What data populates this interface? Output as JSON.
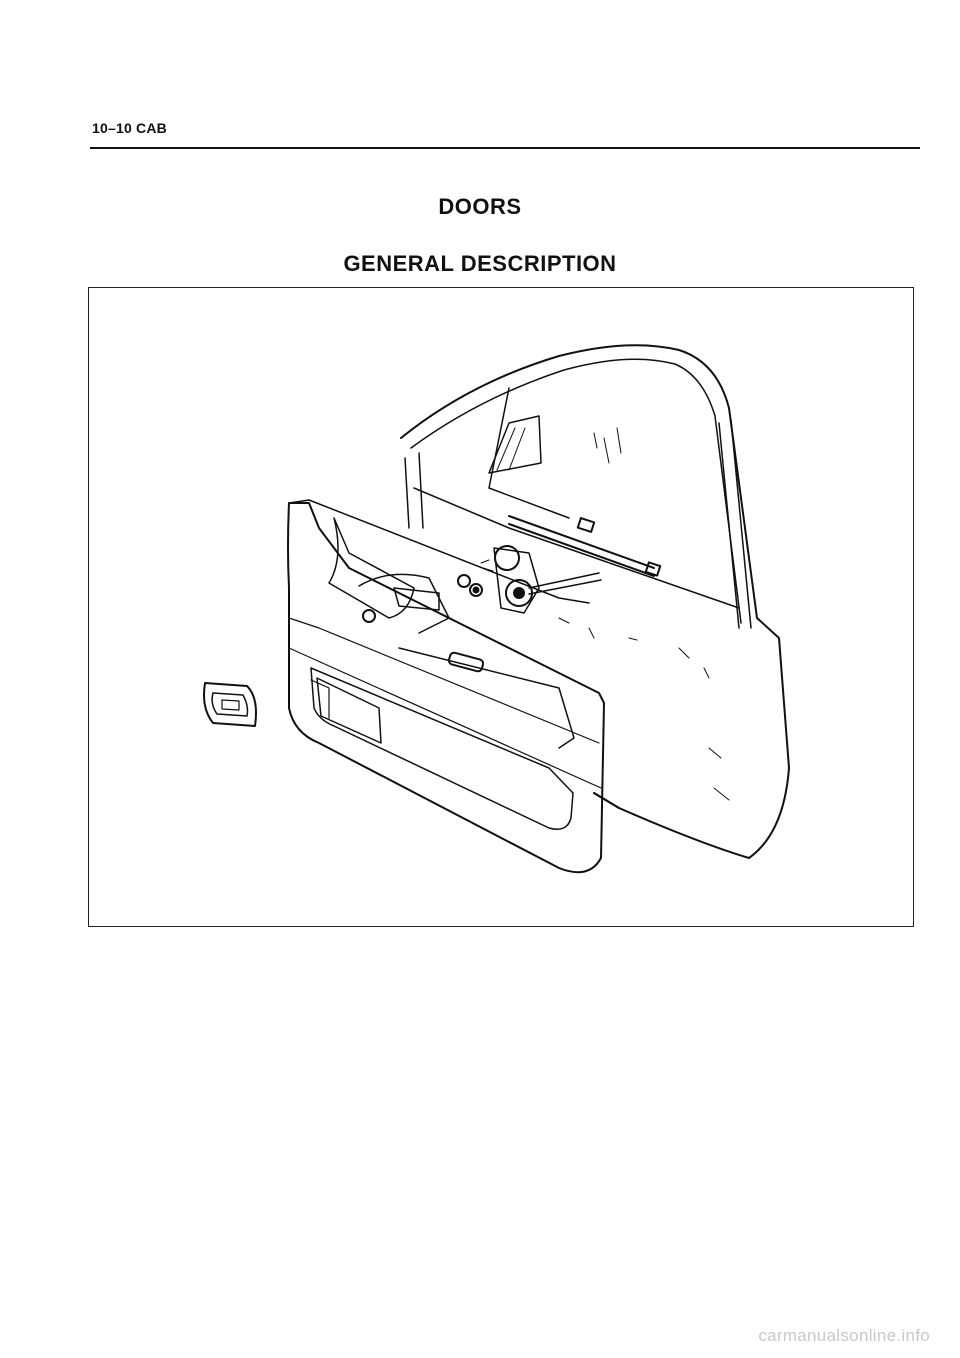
{
  "header": {
    "page_label": "10–10 CAB"
  },
  "section": {
    "title": "DOORS",
    "subtitle": "GENERAL DESCRIPTION"
  },
  "figure": {
    "icon": "door-exploded-view-illustration"
  },
  "footer": {
    "watermark": "carmanualsonline.info"
  }
}
